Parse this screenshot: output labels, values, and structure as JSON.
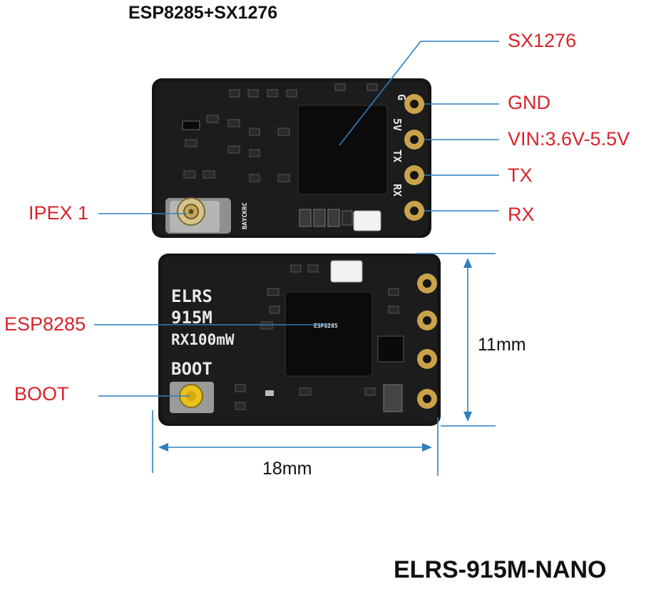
{
  "title_top": "ESP8285+SX1276",
  "title_bottom": "ELRS-915M-NANO",
  "labels": {
    "sx1276": "SX1276",
    "gnd": "GND",
    "vin": "VIN:3.6V-5.5V",
    "tx": "TX",
    "rx": "RX",
    "ipex": "IPEX 1",
    "esp8285": "ESP8285",
    "boot": "BOOT"
  },
  "dimensions": {
    "height": "11mm",
    "width": "18mm"
  },
  "silkscreen": {
    "pad_g": "G",
    "pad_5v": "5V",
    "pad_tx": "TX",
    "pad_rx": "RX",
    "brand": "BAYCKRC",
    "elrs_line1": "ELRS",
    "elrs_line2": "915M",
    "elrs_line3": "RX100mW",
    "boot": "BOOT",
    "chip_mark": "ESP8285"
  },
  "colors": {
    "label_red": "#d8232a",
    "leader_blue": "#2d7fc1",
    "pcb_black": "#151515",
    "gold_pad": "#c9a24a"
  }
}
